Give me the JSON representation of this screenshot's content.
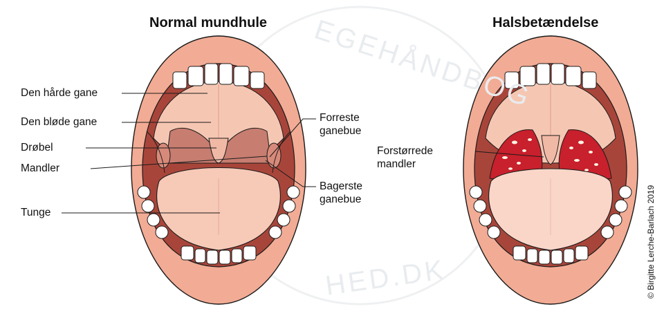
{
  "titles": {
    "normal": "Normal mundhule",
    "infected": "Halsbetændelse"
  },
  "labels": {
    "hard_palate": "Den hårde gane",
    "soft_palate": "Den bløde gane",
    "uvula": "Drøbel",
    "tonsils": "Mandler",
    "tongue": "Tunge",
    "front_arch_1": "Forreste",
    "front_arch_2": "ganebue",
    "rear_arch_1": "Bagerste",
    "rear_arch_2": "ganebue",
    "enlarged_1": "Forstørrede",
    "enlarged_2": "mandler"
  },
  "watermark": {
    "top": "EGEHÅNDBOG",
    "bottom": "HED.DK"
  },
  "copyright": "© Birgitte Lerche-Barlach 2019",
  "colors": {
    "lip": "#f2ab94",
    "lip_stroke": "#1a1a1a",
    "cavity": "#a8453a",
    "palate": "#f5c7b3",
    "tongue": "#f7c9b7",
    "tongue_infected": "#f9d6c8",
    "teeth": "#ffffff",
    "tonsil": "#d88a7a",
    "tonsil_infected": "#c8202c",
    "pus": "#fff4e6"
  }
}
